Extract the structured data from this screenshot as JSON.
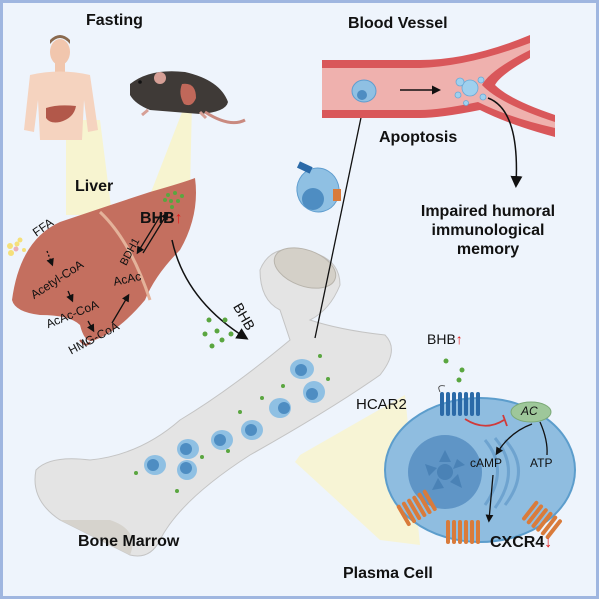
{
  "colors": {
    "background": "#eef4fc",
    "border": "#9fb6e0",
    "liver": "#c46f5f",
    "liver_dark": "#a9574a",
    "bone": "#e3e3e3",
    "bone_dark": "#cfccc6",
    "vessel": "#d9575a",
    "vessel_inner": "#efb1ae",
    "cell": "#8fc0e3",
    "nucleus": "#4e8dc2",
    "receptor_blue": "#2b6aa8",
    "receptor_orange": "#d97b3b",
    "bhb_dot": "#5aa640",
    "ac": "#9ec79a",
    "highlight": "#f7f4d0",
    "arrow_red": "#e41b1b",
    "inhibit_red": "#d03a3a"
  },
  "labels": {
    "fasting": "Fasting",
    "liver": "Liver",
    "blood_vessel": "Blood Vessel",
    "apoptosis": "Apoptosis",
    "outcome_line1": "Impaired humoral",
    "outcome_line2": "immunological",
    "outcome_line3": "memory",
    "bone_marrow": "Bone Marrow",
    "plasma_cell": "Plasma Cell"
  },
  "liver_pathway": {
    "ffa": "FFA",
    "acetyl_coa": "Acetyl-CoA",
    "acac_coa": "AcAc-CoA",
    "hmg_coa": "HMG-CoA",
    "acac": "AcAc",
    "bdh1": "BDH1",
    "bhb": "BHB",
    "bhb_trend": "↑"
  },
  "transport": {
    "bhb": "BHB"
  },
  "plasma_cell": {
    "bhb": "BHB",
    "bhb_trend": "↑",
    "hcar2": "HCAR2",
    "ac": "AC",
    "camp": "cAMP",
    "atp": "ATP",
    "cxcr4": "CXCR4",
    "cxcr4_trend": "↓"
  }
}
